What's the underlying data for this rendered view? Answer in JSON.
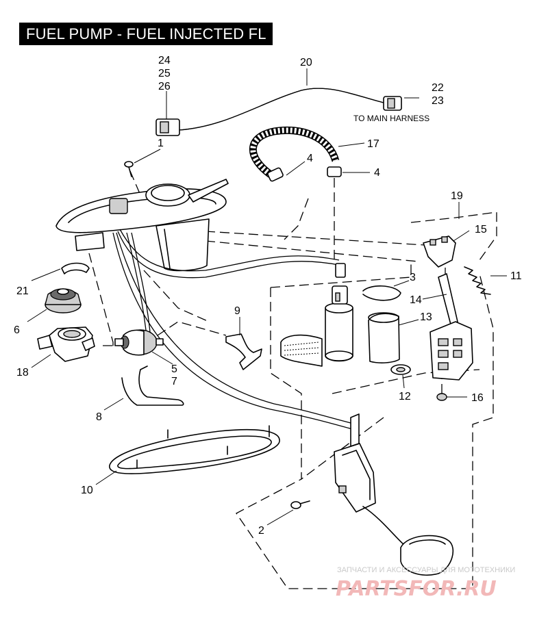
{
  "title": "FUEL PUMP - FUEL INJECTED FL",
  "labels": {
    "l1": "1",
    "l2": "2",
    "l3": "3",
    "l4a": "4",
    "l4b": "4",
    "l5": "5",
    "l6": "6",
    "l7": "7",
    "l8": "8",
    "l9": "9",
    "l10": "10",
    "l11": "11",
    "l12": "12",
    "l13": "13",
    "l14": "14",
    "l15": "15",
    "l16": "16",
    "l17": "17",
    "l18": "18",
    "l19": "19",
    "l20": "20",
    "l21": "21",
    "l22": "22",
    "l23": "23",
    "l24": "24",
    "l25": "25",
    "l26": "26"
  },
  "note": "TO MAIN HARNESS",
  "watermark": {
    "line1": "ЗАПЧАСТИ И АКСЕССУАРЫ ДЛЯ МОТОТЕХНИКИ",
    "line2": "PARTSFOR.RU"
  }
}
